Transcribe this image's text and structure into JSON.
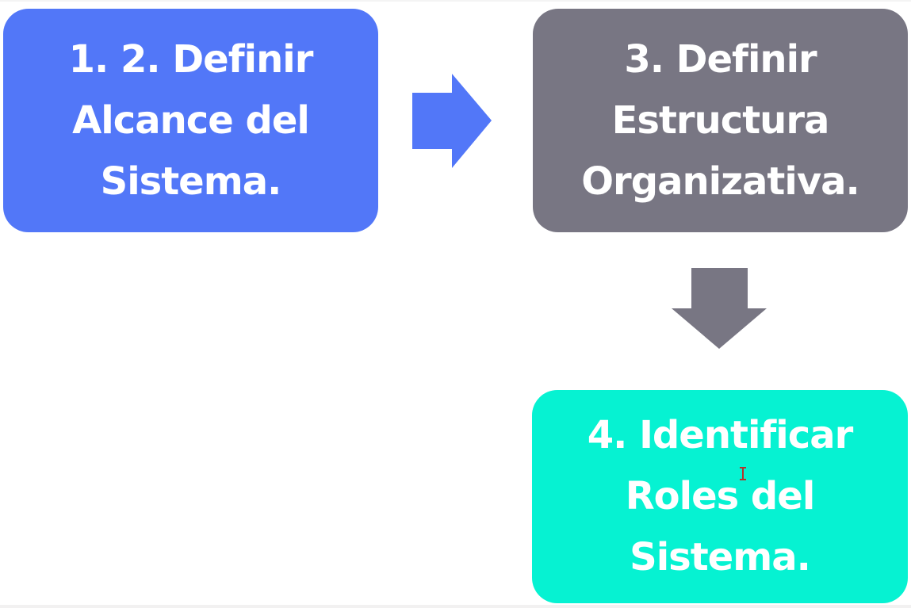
{
  "diagram": {
    "canvas_background": "#ffffff",
    "steps": [
      {
        "id": "define-scope",
        "lines": [
          "1. 2. Definir",
          "Alcance del",
          "Sistema."
        ],
        "fill_color": "#5277f8",
        "text_color": "#ffffff"
      },
      {
        "id": "define-structure",
        "lines": [
          "3. Definir",
          "Estructura",
          "Organizativa."
        ],
        "fill_color": "#787683",
        "text_color": "#ffffff"
      },
      {
        "id": "identify-roles",
        "lines": [
          "4. Identificar",
          "Roles del",
          "Sistema."
        ],
        "fill_color": "#06f2d2",
        "text_color": "#ffffff"
      }
    ],
    "connectors": [
      {
        "id": "arrow-right",
        "direction": "right",
        "color": "#5277f8"
      },
      {
        "id": "arrow-down",
        "direction": "down",
        "color": "#787683"
      }
    ],
    "cursor": {
      "type": "i-beam",
      "color": "#b5342c"
    },
    "bottom_strip_color": "#f2f1f1",
    "top_hairline_color": "#f4f4f4"
  }
}
